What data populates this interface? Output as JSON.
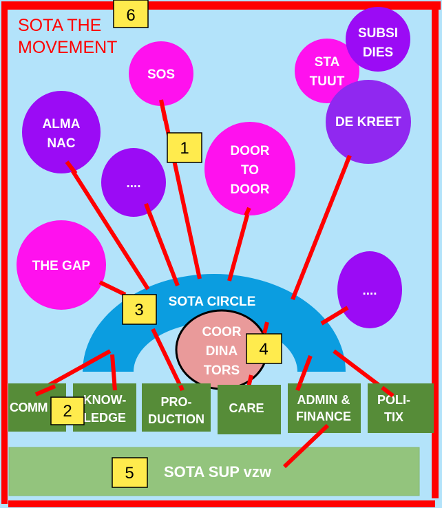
{
  "title": {
    "line1": "SOTA THE",
    "line2": "MOVEMENT"
  },
  "colors": {
    "background": "#b3e3fa",
    "border": "#ff0000",
    "magenta": "#ff11ee",
    "purple": "#9b0bf5",
    "arch": "#0b9de0",
    "coordinators": "#e99a9a",
    "team_box": "#568c38",
    "sup_box": "#93c47d",
    "label": "#ffeb4d"
  },
  "bubbles": {
    "sos": "SOS",
    "alma": [
      "ALMA",
      "NAC"
    ],
    "dots_left": "....",
    "door": [
      "DOOR",
      "TO",
      "DOOR"
    ],
    "statuut": [
      "STA",
      "TUUT"
    ],
    "subsidies": [
      "SUBSI",
      "DIES"
    ],
    "dekreet": "DE KREET",
    "gap": "THE GAP",
    "dots_right": "...."
  },
  "circle": "SOTA CIRCLE",
  "coordinators": [
    "COOR",
    "DINA",
    "TORS"
  ],
  "teams": {
    "comm": "COMM",
    "knowledge": [
      "KNOW-",
      "LEDGE"
    ],
    "production": [
      "PRO-",
      "DUCTION"
    ],
    "care": "CARE",
    "admin": [
      "ADMIN &",
      "FINANCE"
    ],
    "politix": [
      "POLI-",
      "TIX"
    ]
  },
  "sup": "SOTA SUP vzw",
  "labels": [
    "1",
    "2",
    "3",
    "4",
    "5",
    "6"
  ]
}
